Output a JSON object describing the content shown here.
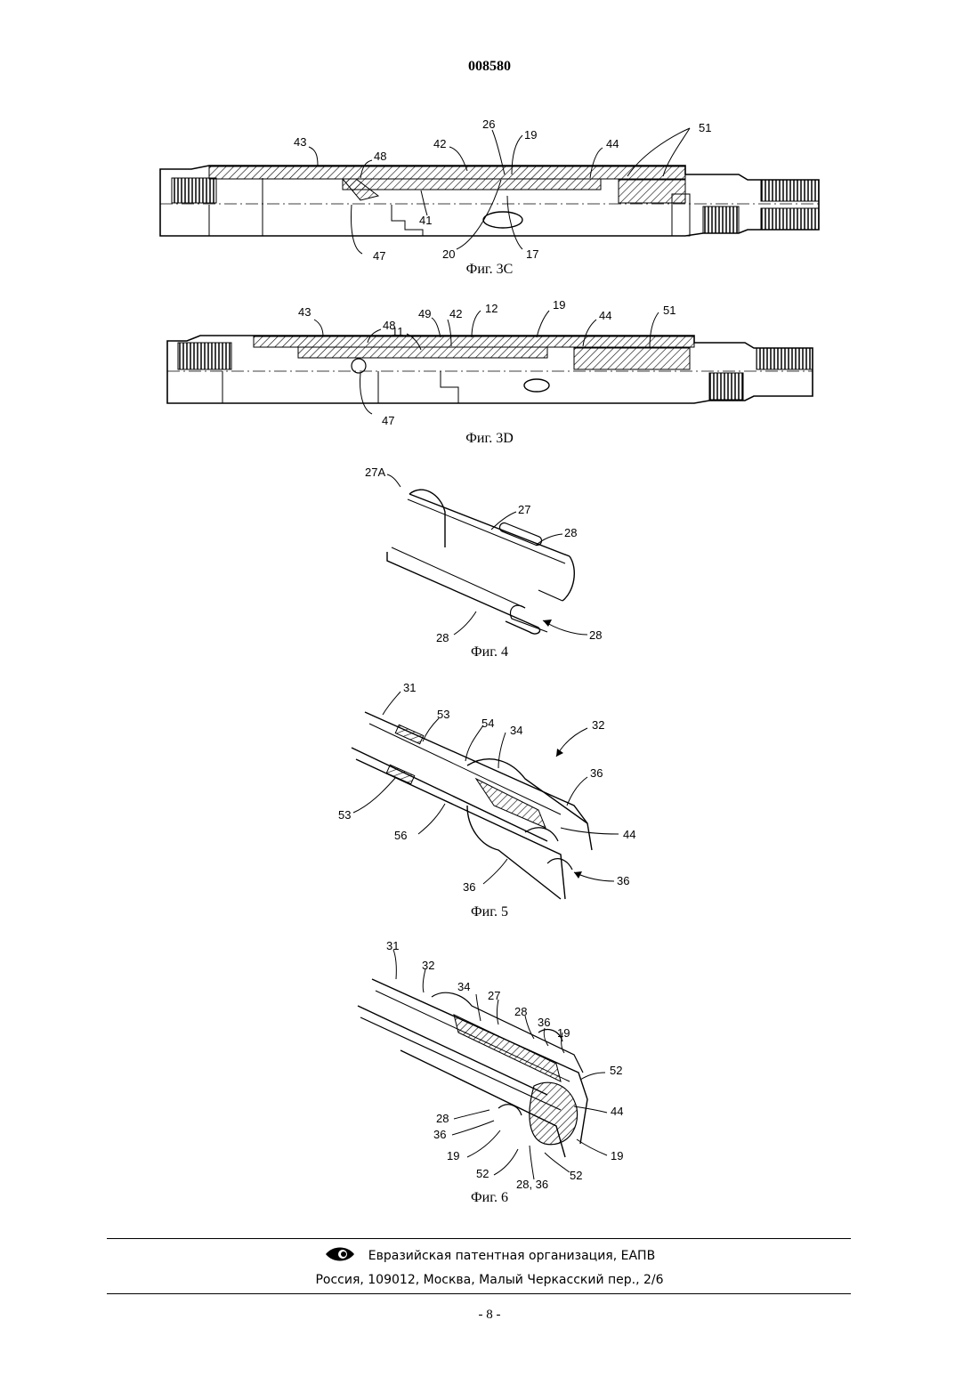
{
  "header": {
    "patent_number": "008580"
  },
  "figures": [
    {
      "id": "3C",
      "caption": "Фиг. 3C",
      "labels": [
        "43",
        "48",
        "42",
        "26",
        "19",
        "44",
        "51",
        "41",
        "47",
        "20",
        "17"
      ]
    },
    {
      "id": "3D",
      "caption": "Фиг. 3D",
      "labels": [
        "43",
        "48",
        "49",
        "42",
        "12",
        "11",
        "19",
        "44",
        "51",
        "47"
      ]
    },
    {
      "id": "4",
      "caption": "Фиг. 4",
      "labels": [
        "27A",
        "27",
        "28",
        "28",
        "28"
      ]
    },
    {
      "id": "5",
      "caption": "Фиг. 5",
      "labels": [
        "31",
        "53",
        "54",
        "34",
        "32",
        "36",
        "53",
        "56",
        "44",
        "36",
        "36"
      ]
    },
    {
      "id": "6",
      "caption": "Фиг. 6",
      "labels": [
        "31",
        "32",
        "34",
        "27",
        "28",
        "36",
        "19",
        "52",
        "44",
        "28",
        "36",
        "19",
        "52",
        "28, 36",
        "52",
        "19"
      ]
    }
  ],
  "footer": {
    "logo_icon": "eye-logo-icon",
    "organization": "Евразийская патентная организация, ЕАПВ",
    "address": "Россия, 109012, Москва, Малый Черкасский пер., 2/6",
    "page_number": "- 8 -"
  }
}
